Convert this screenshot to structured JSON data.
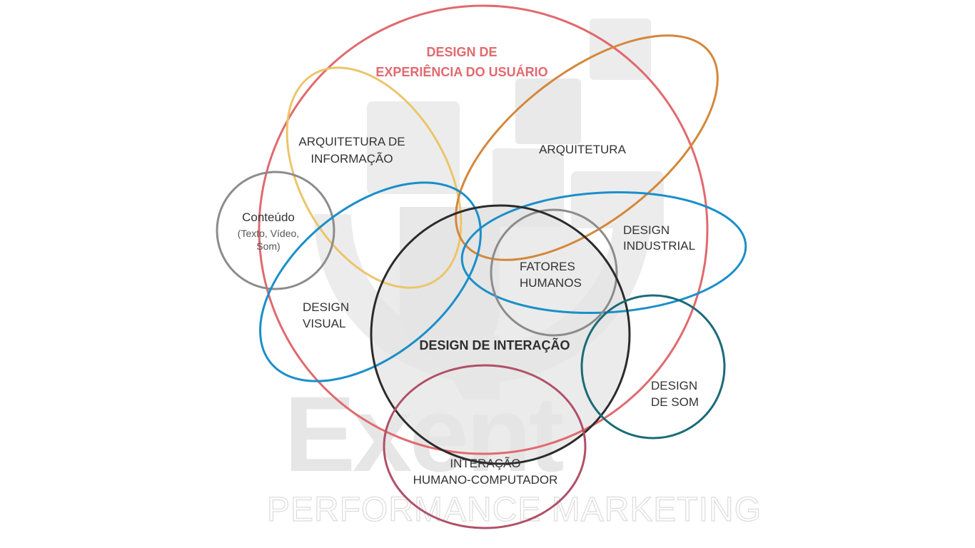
{
  "colors": {
    "ux": "#e06a6e",
    "info_arch": "#ebc56a",
    "architecture": "#d4873a",
    "content": "#8c8c8c",
    "visual": "#1a8fc9",
    "industrial": "#1a8fc9",
    "human_factors": "#8c8c8c",
    "interaction": "#2b2b2b",
    "sound": "#1b6b78",
    "hci": "#b05068",
    "watermark": "#e6e6e6"
  },
  "diagram": {
    "ux": {
      "line1": "DESIGN DE",
      "line2": "EXPERIÊNCIA DO USUÁRIO"
    },
    "info_arch": {
      "line1": "ARQUITETURA DE",
      "line2": "INFORMAÇÃO"
    },
    "architecture": {
      "label": "ARQUITETURA"
    },
    "content": {
      "title": "Conteúdo",
      "line1": "(Texto, Vídeo,",
      "line2": "Som)"
    },
    "industrial": {
      "line1": "DESIGN",
      "line2": "INDUSTRIAL"
    },
    "human_factors": {
      "line1": "FATORES",
      "line2": "HUMANOS"
    },
    "visual": {
      "line1": "DESIGN",
      "line2": "VISUAL"
    },
    "interaction": {
      "label": "DESIGN DE INTERAÇÃO"
    },
    "sound": {
      "line1": "DESIGN",
      "line2": "DE SOM"
    },
    "hci": {
      "line1": "INTERAÇÃO",
      "line2": "HUMANO-COMPUTADOR"
    }
  },
  "watermark": {
    "brand": "Exent",
    "tagline": "PERFORMANCE MARKETING"
  }
}
